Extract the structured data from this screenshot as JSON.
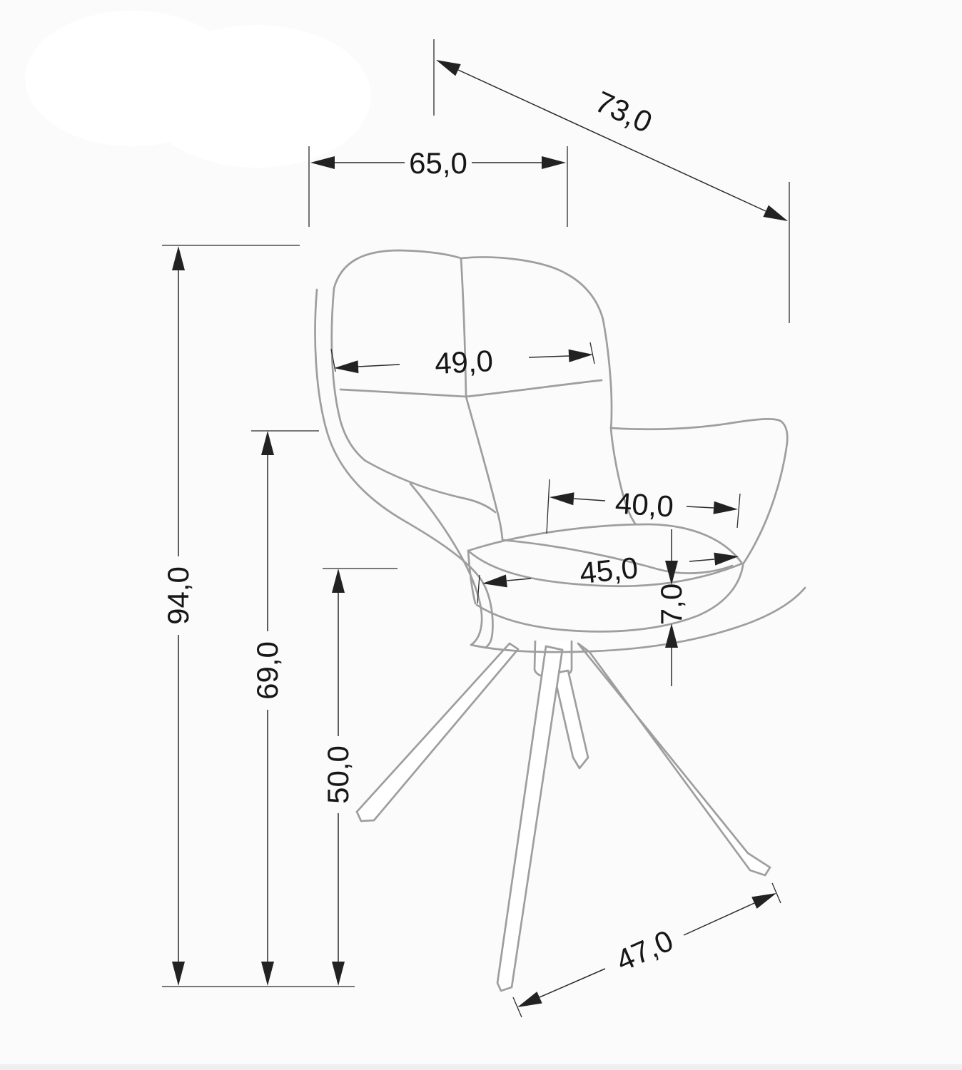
{
  "diagram": {
    "type": "furniture-dimension-drawing",
    "subject": "swivel armchair with four splayed legs, three-quarter view line art",
    "units_format": "comma-decimal centimeters",
    "dims": {
      "overall_width": "65,0",
      "overall_depth": "73,0",
      "backrest_width": "49,0",
      "between_armrests": "40,0",
      "seat_width": "45,0",
      "seat_cushion_thickness": "7,0",
      "overall_height": "94,0",
      "armrest_height": "69,0",
      "seat_height": "50,0",
      "base_depth": "47,0"
    },
    "colors": {
      "background": "#fbfbfb",
      "outline_gray": "#9e9e9e",
      "dimension_line": "#2b2b2b",
      "arrow_fill": "#222222",
      "text": "#161616",
      "bottom_strip": "#edeff0",
      "watermark_blob": "#ffffff"
    }
  }
}
